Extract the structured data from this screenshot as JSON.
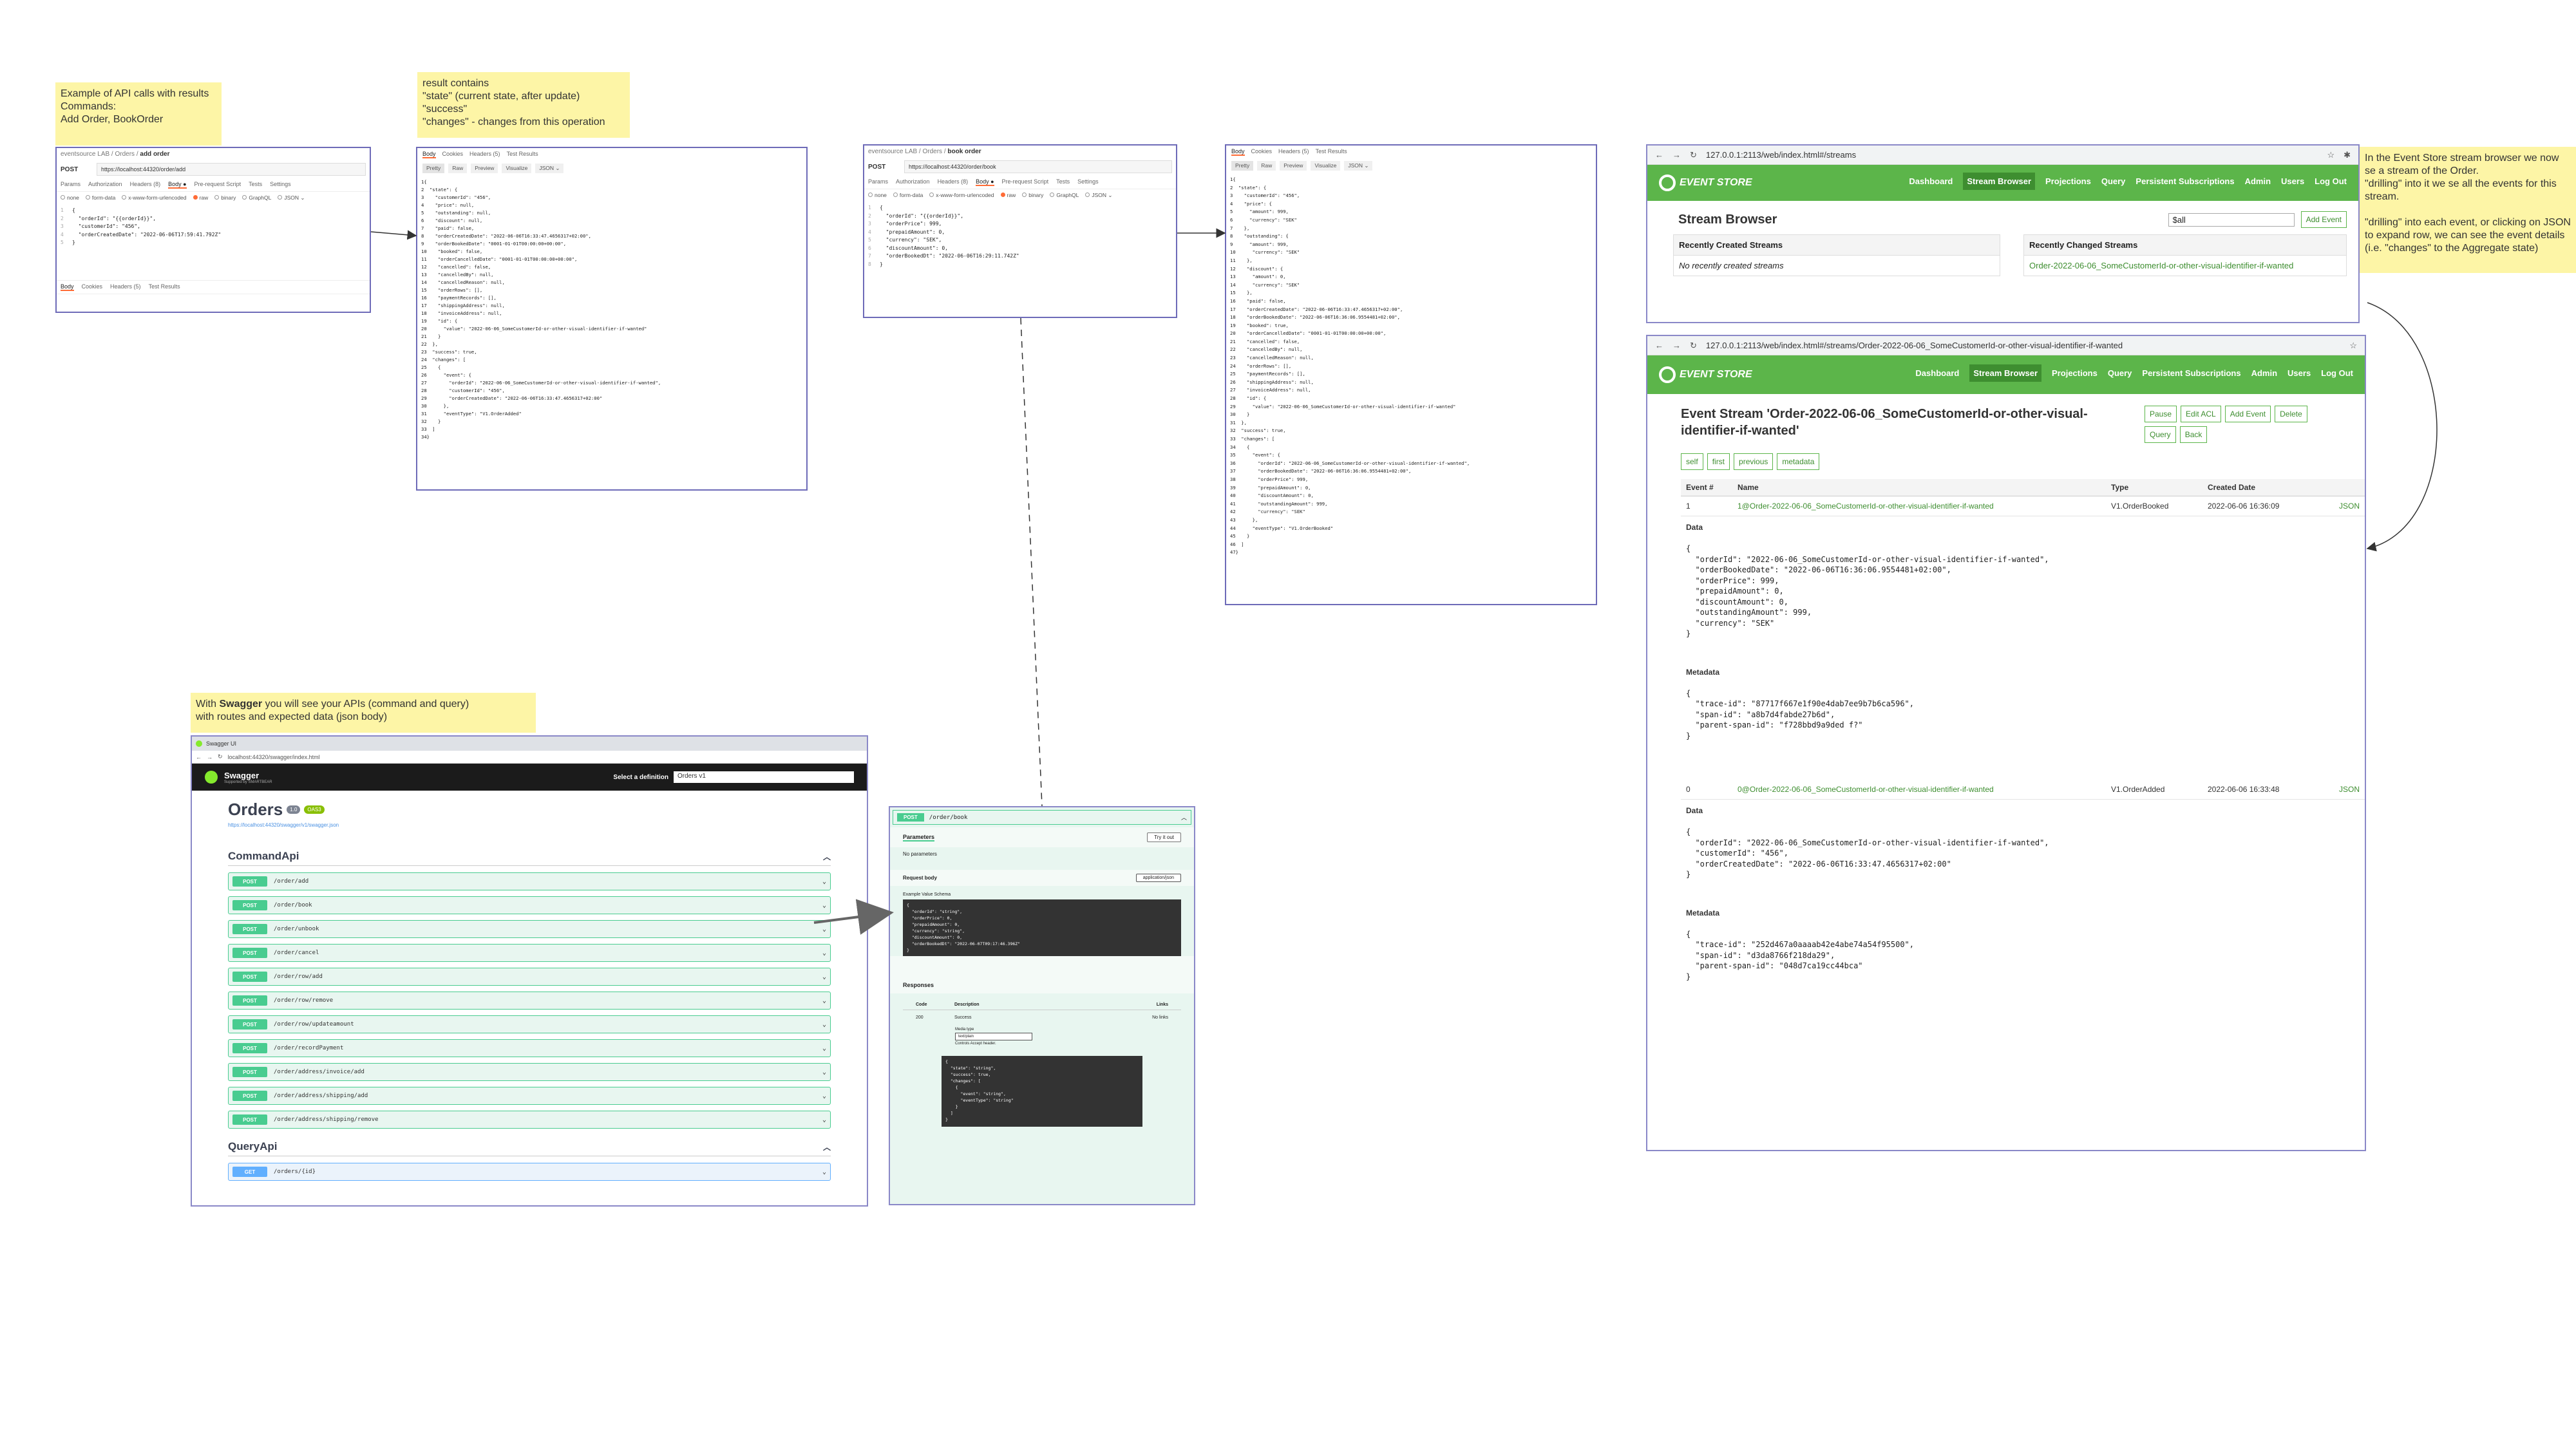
{
  "notes": {
    "api_calls": "Example of API calls with results\nCommands:\nAdd Order, BookOrder",
    "result": "result contains\n\"state\" (current state, after update)\n\"success\"\n\"changes\" - changes from this operation",
    "swagger_prefix": "With ",
    "swagger_bold": "Swagger",
    "swagger_suffix": " you will see your APIs (command and query)\nwith routes and expected data (json body)",
    "eventstore": "In the Event Store stream browser we now se a stream of the Order.\n\"drilling\" into it we se all the events for this stream.\n\n\"drilling\" into each event, or clicking on JSON to expand row, we can see the event details (i.e. \"changes\" to the Aggregate state)"
  },
  "postman_add": {
    "crumb_prefix": "eventsource LAB / Orders / ",
    "crumb_name": "add order",
    "method": "POST",
    "url": "https://localhost:44320/order/add",
    "tabs": [
      "Params",
      "Authorization",
      "Headers (8)",
      "Body ●",
      "Pre-request Script",
      "Tests",
      "Settings"
    ],
    "body_types": [
      "none",
      "form-data",
      "x-www-form-urlencoded",
      "raw",
      "binary",
      "GraphQL",
      "JSON ⌄"
    ],
    "lines": [
      "{",
      "  \"orderId\": \"{{orderId}}\",",
      "  \"customerId\": \"456\",",
      "  \"orderCreatedDate\": \"2022-06-06T17:59:41.792Z\"",
      "}"
    ],
    "bottom_tabs": [
      "Body",
      "Cookies",
      "Headers (5)",
      "Test Results"
    ]
  },
  "postman_book": {
    "crumb_prefix": "eventsource LAB / Orders / ",
    "crumb_name": "book order",
    "method": "POST",
    "url": "https://localhost:44320/order/book",
    "tabs": [
      "Params",
      "Authorization",
      "Headers (8)",
      "Body ●",
      "Pre-request Script",
      "Tests",
      "Settings"
    ],
    "body_types": [
      "none",
      "form-data",
      "x-www-form-urlencoded",
      "raw",
      "binary",
      "GraphQL",
      "JSON ⌄"
    ],
    "lines": [
      "{",
      "  \"orderId\": \"{{orderId}}\",",
      "  \"orderPrice\": 999,",
      "  \"prepaidAmount\": 0,",
      "  \"currency\": \"SEK\",",
      "  \"discountAmount\": 0,",
      "  \"orderBookedDt\": \"2022-06-06T16:29:11.742Z\"",
      "}"
    ]
  },
  "response_add": {
    "tabs": [
      "Body",
      "Cookies",
      "Headers (5)",
      "Test Results"
    ],
    "views": [
      "Pretty",
      "Raw",
      "Preview",
      "Visualize",
      "JSON ⌄"
    ],
    "lines": [
      "{",
      "  \"state\": {",
      "    \"customerId\": \"456\",",
      "    \"price\": null,",
      "    \"outstanding\": null,",
      "    \"discount\": null,",
      "    \"paid\": false,",
      "    \"orderCreatedDate\": \"2022-06-06T16:33:47.4656317+02:00\",",
      "    \"orderBookedDate\": \"0001-01-01T00:00:00+00:00\",",
      "    \"booked\": false,",
      "    \"orderCancelledDate\": \"0001-01-01T00:00:00+00:00\",",
      "    \"cancelled\": false,",
      "    \"cancelledBy\": null,",
      "    \"cancelledReason\": null,",
      "    \"orderRows\": [],",
      "    \"paymentRecords\": [],",
      "    \"shippingAddress\": null,",
      "    \"invoiceAddress\": null,",
      "    \"id\": {",
      "      \"value\": \"2022-06-06_SomeCustomerId-or-other-visual-identifier-if-wanted\"",
      "    }",
      "  },",
      "  \"success\": true,",
      "  \"changes\": [",
      "    {",
      "      \"event\": {",
      "        \"orderId\": \"2022-06-06_SomeCustomerId-or-other-visual-identifier-if-wanted\",",
      "        \"customerId\": \"456\",",
      "        \"orderCreatedDate\": \"2022-06-06T16:33:47.4656317+02:00\"",
      "      },",
      "      \"eventType\": \"V1.OrderAdded\"",
      "    }",
      "  ]",
      "}"
    ]
  },
  "response_book": {
    "tabs": [
      "Body",
      "Cookies",
      "Headers (5)",
      "Test Results"
    ],
    "views": [
      "Pretty",
      "Raw",
      "Preview",
      "Visualize",
      "JSON ⌄"
    ],
    "lines": [
      "{",
      "  \"state\": {",
      "    \"customerId\": \"456\",",
      "    \"price\": {",
      "      \"amount\": 999,",
      "      \"currency\": \"SEK\"",
      "    },",
      "    \"outstanding\": {",
      "      \"amount\": 999,",
      "      \"currency\": \"SEK\"",
      "    },",
      "    \"discount\": {",
      "      \"amount\": 0,",
      "      \"currency\": \"SEK\"",
      "    },",
      "    \"paid\": false,",
      "    \"orderCreatedDate\": \"2022-06-06T16:33:47.4656317+02:00\",",
      "    \"orderBookedDate\": \"2022-06-06T16:36:06.9554481+02:00\",",
      "    \"booked\": true,",
      "    \"orderCancelledDate\": \"0001-01-01T00:00:00+00:00\",",
      "    \"cancelled\": false,",
      "    \"cancelledBy\": null,",
      "    \"cancelledReason\": null,",
      "    \"orderRows\": [],",
      "    \"paymentRecords\": [],",
      "    \"shippingAddress\": null,",
      "    \"invoiceAddress\": null,",
      "    \"id\": {",
      "      \"value\": \"2022-06-06_SomeCustomerId-or-other-visual-identifier-if-wanted\"",
      "    }",
      "  },",
      "  \"success\": true,",
      "  \"changes\": [",
      "    {",
      "      \"event\": {",
      "        \"orderId\": \"2022-06-06_SomeCustomerId-or-other-visual-identifier-if-wanted\",",
      "        \"orderBookedDate\": \"2022-06-06T16:36:06.9554481+02:00\",",
      "        \"orderPrice\": 999,",
      "        \"prepaidAmount\": 0,",
      "        \"discountAmount\": 0,",
      "        \"outstandingAmount\": 999,",
      "        \"currency\": \"SEK\"",
      "      },",
      "      \"eventType\": \"V1.OrderBooked\"",
      "    }",
      "  ]",
      "}"
    ]
  },
  "swagger": {
    "tab_title": "Swagger UI",
    "url": "localhost:44320/swagger/index.html",
    "brand": "Swagger",
    "brand_sub": "Supported by SMARTBEAR",
    "select_label": "Select a definition",
    "select_value": "Orders v1",
    "title": "Orders",
    "version": "1.0",
    "oas": "OAS3",
    "spec_link": "https://localhost:44320/swagger/v1/swagger.json",
    "command_section": "CommandApi",
    "query_section": "QueryApi",
    "commands": [
      {
        "verb": "POST",
        "path": "/order/add"
      },
      {
        "verb": "POST",
        "path": "/order/book"
      },
      {
        "verb": "POST",
        "path": "/order/unbook"
      },
      {
        "verb": "POST",
        "path": "/order/cancel"
      },
      {
        "verb": "POST",
        "path": "/order/row/add"
      },
      {
        "verb": "POST",
        "path": "/order/row/remove"
      },
      {
        "verb": "POST",
        "path": "/order/row/updateamount"
      },
      {
        "verb": "POST",
        "path": "/order/recordPayment"
      },
      {
        "verb": "POST",
        "path": "/order/address/invoice/add"
      },
      {
        "verb": "POST",
        "path": "/order/address/shipping/add"
      },
      {
        "verb": "POST",
        "path": "/order/address/shipping/remove"
      }
    ],
    "queries": [
      {
        "verb": "GET",
        "path": "/orders/{id}"
      }
    ]
  },
  "swagger_detail": {
    "verb": "POST",
    "path": "/order/book",
    "params_label": "Parameters",
    "try_label": "Try it out",
    "no_params": "No parameters",
    "request_body": "Request body",
    "content_type": "application/json",
    "example_tabs": "Example Value   Schema",
    "request_lines": [
      "{",
      "  \"orderId\": \"string\",",
      "  \"orderPrice\": 0,",
      "  \"prepaidAmount\": 0,",
      "  \"currency\": \"string\",",
      "  \"discountAmount\": 0,",
      "  \"orderBookedDt\": \"2022-06-07T09:17:46.396Z\"",
      "}"
    ],
    "responses_label": "Responses",
    "col_code": "Code",
    "col_desc": "Description",
    "col_links": "Links",
    "code": "200",
    "desc": "Success",
    "links": "No links",
    "media_type_label": "Media type",
    "media_type": "text/plain",
    "controls_note": "Controls Accept header.",
    "response_lines": [
      "{",
      "  \"state\": \"string\",",
      "  \"success\": true,",
      "  \"changes\": [",
      "    {",
      "      \"event\": \"string\",",
      "      \"eventType\": \"string\"",
      "    }",
      "  ]",
      "}"
    ]
  },
  "es_streams": {
    "url": "127.0.0.1:2113/web/index.html#/streams",
    "brand": "EVENT STORE",
    "nav": [
      "Dashboard",
      "Stream Browser",
      "Projections",
      "Query",
      "Persistent Subscriptions",
      "Admin",
      "Users",
      "Log Out"
    ],
    "title": "Stream Browser",
    "search_value": "$all",
    "add_event": "Add Event",
    "created_head": "Recently Created Streams",
    "created_empty": "No recently created streams",
    "changed_head": "Recently Changed Streams",
    "changed_item": "Order-2022-06-06_SomeCustomerId-or-other-visual-identifier-if-wanted"
  },
  "es_stream": {
    "url": "127.0.0.1:2113/web/index.html#/streams/Order-2022-06-06_SomeCustomerId-or-other-visual-identifier-if-wanted",
    "brand": "EVENT STORE",
    "nav": [
      "Dashboard",
      "Stream Browser",
      "Projections",
      "Query",
      "Persistent Subscriptions",
      "Admin",
      "Users",
      "Log Out"
    ],
    "title": "Event Stream 'Order-2022-06-06_SomeCustomerId-or-other-visual-identifier-if-wanted'",
    "actions": [
      "Pause",
      "Edit ACL",
      "Add Event",
      "Delete",
      "Query",
      "Back"
    ],
    "paging": [
      "self",
      "first",
      "previous",
      "metadata"
    ],
    "cols": [
      "Event #",
      "Name",
      "Type",
      "Created Date"
    ],
    "events": [
      {
        "num": "1",
        "name": "1@Order-2022-06-06_SomeCustomerId-or-other-visual-identifier-if-wanted",
        "type": "V1.OrderBooked",
        "date": "2022-06-06 16:36:09",
        "json": "JSON",
        "data_label": "Data",
        "data": [
          "{",
          "  \"orderId\": \"2022-06-06_SomeCustomerId-or-other-visual-identifier-if-wanted\",",
          "  \"orderBookedDate\": \"2022-06-06T16:36:06.9554481+02:00\",",
          "  \"orderPrice\": 999,",
          "  \"prepaidAmount\": 0,",
          "  \"discountAmount\": 0,",
          "  \"outstandingAmount\": 999,",
          "  \"currency\": \"SEK\"",
          "}"
        ],
        "meta_label": "Metadata",
        "meta": [
          "{",
          "  \"trace-id\": \"87717f667e1f90e4dab7ee9b7b6ca596\",",
          "  \"span-id\": \"a8b7d4fabde27b6d\",",
          "  \"parent-span-id\": \"f728bbd9a9ded f?\"",
          "}"
        ]
      },
      {
        "num": "0",
        "name": "0@Order-2022-06-06_SomeCustomerId-or-other-visual-identifier-if-wanted",
        "type": "V1.OrderAdded",
        "date": "2022-06-06 16:33:48",
        "json": "JSON",
        "data_label": "Data",
        "data": [
          "{",
          "  \"orderId\": \"2022-06-06_SomeCustomerId-or-other-visual-identifier-if-wanted\",",
          "  \"customerId\": \"456\",",
          "  \"orderCreatedDate\": \"2022-06-06T16:33:47.4656317+02:00\"",
          "}"
        ],
        "meta_label": "Metadata",
        "meta": [
          "{",
          "  \"trace-id\": \"252d467a0aaaab42e4abe74a54f95500\",",
          "  \"span-id\": \"d3da8766f218da29\",",
          "  \"parent-span-id\": \"048d7ca19cc44bca\"",
          "}"
        ]
      }
    ]
  },
  "colors": {
    "sticky": "#fdf5a6",
    "frame_border": "#6e6bb8",
    "swagger_post": "#49cc90",
    "swagger_get": "#61affe",
    "eventstore_green": "#5cb54a"
  }
}
